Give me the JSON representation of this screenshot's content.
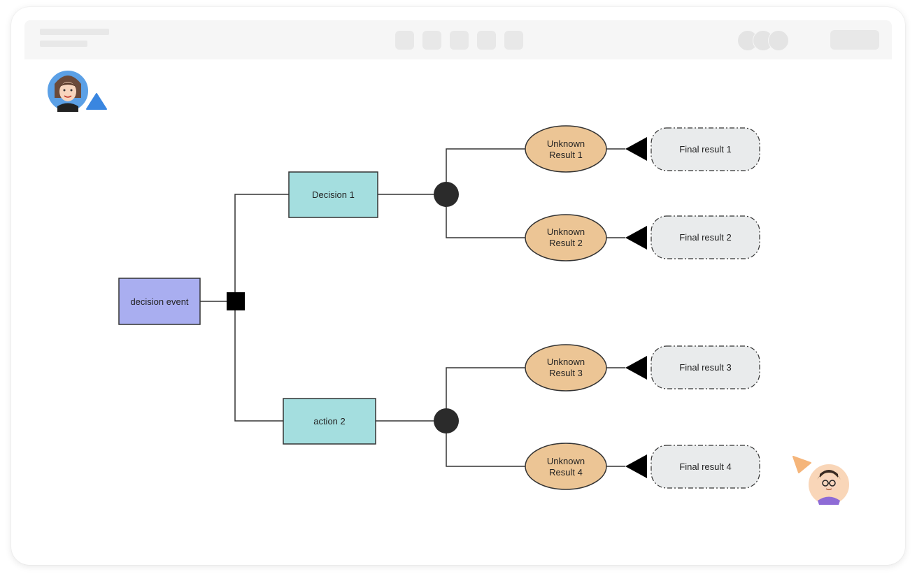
{
  "nodes": {
    "root": "decision event",
    "decision1": "Decision 1",
    "action2": "action 2",
    "unknown1": [
      "Unknown",
      "Result 1"
    ],
    "unknown2": [
      "Unknown",
      "Result 2"
    ],
    "unknown3": [
      "Unknown",
      "Result 3"
    ],
    "unknown4": [
      "Unknown",
      "Result 4"
    ],
    "final1": "Final result 1",
    "final2": "Final result 2",
    "final3": "Final result 3",
    "final4": "Final result 4"
  },
  "colors": {
    "root_fill": "#a9aef0",
    "decision_fill": "#a4dedf",
    "chance_fill": "#ecc595",
    "final_fill": "#e9ebec",
    "node_stroke": "#333333",
    "collaborator_cursor_1": "#3a86e0",
    "collaborator_cursor_2": "#f5b57a"
  },
  "icons": {
    "decision_node": "black-square",
    "chance_node": "black-circle",
    "end_node": "black-triangle",
    "collaborator_1": "avatar-woman",
    "collaborator_2": "avatar-man-glasses"
  }
}
